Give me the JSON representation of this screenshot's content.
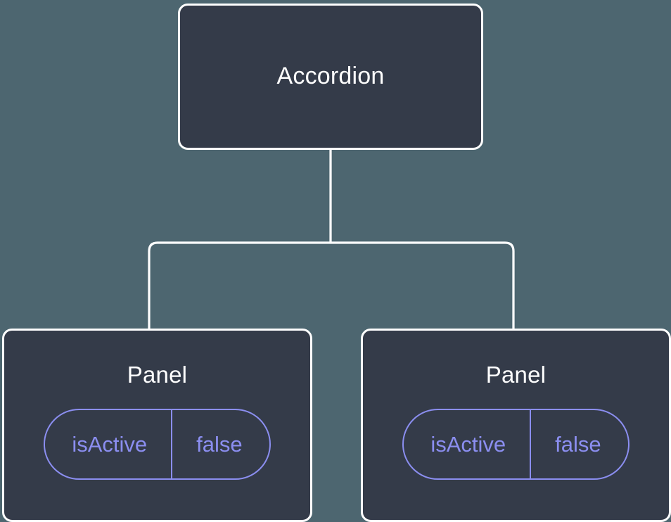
{
  "diagram": {
    "type": "component-tree",
    "background_color": "#4d6670",
    "node_fill_color": "#343b49",
    "node_border_color": "#ffffff",
    "connector_color": "#ffffff",
    "badge_color": "#8b8ef0",
    "root": {
      "title": "Accordion"
    },
    "children": [
      {
        "title": "Panel",
        "state": {
          "key": "isActive",
          "value": "false"
        }
      },
      {
        "title": "Panel",
        "state": {
          "key": "isActive",
          "value": "false"
        }
      }
    ]
  }
}
